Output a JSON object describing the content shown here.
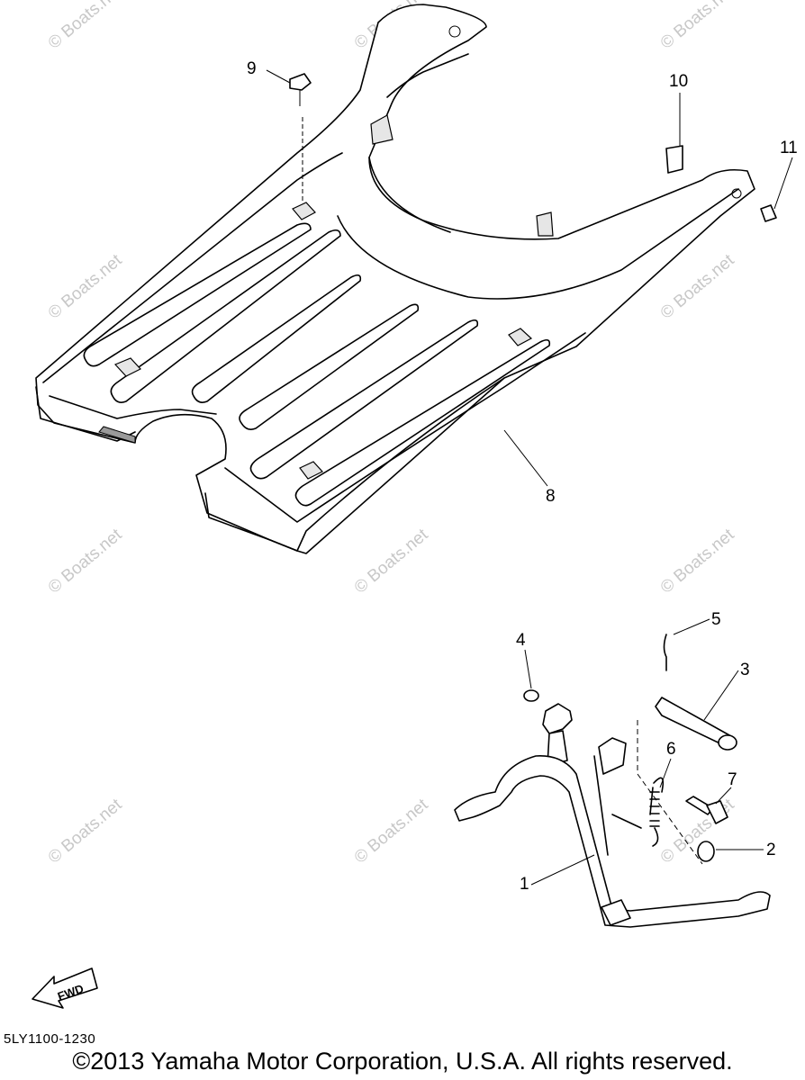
{
  "watermarks": [
    "© Boats.net"
  ],
  "callouts": [
    "1",
    "2",
    "3",
    "4",
    "5",
    "6",
    "7",
    "8",
    "9",
    "10",
    "11"
  ],
  "fwd_label": "FWD",
  "diagram_code": "5LY1100-1230",
  "copyright": "©2013 Yamaha Motor Corporation, U.S.A. All rights reserved.",
  "colors": {
    "line": "#000000",
    "watermark": "#c8c8c8",
    "background": "#ffffff"
  }
}
